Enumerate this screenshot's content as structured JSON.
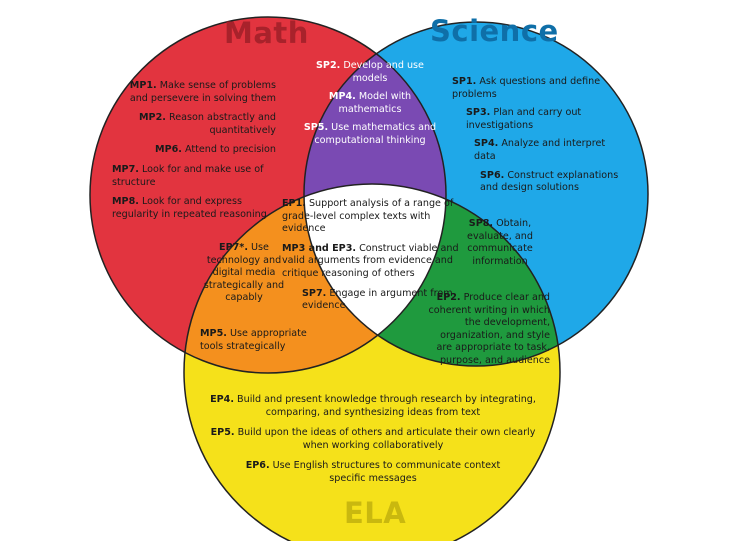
{
  "colors": {
    "math": "#e2343f",
    "science": "#1fa8e8",
    "ela": "#f5e11a",
    "math_science": "#7a4ab3",
    "math_ela": "#f4901e",
    "science_ela": "#1f9a3e",
    "center": "#ffffff",
    "math_title": "#a8222b",
    "science_title": "#0f6fa8",
    "ela_title": "#c9b80f"
  },
  "titles": {
    "math": "Math",
    "science": "Science",
    "ela": "ELA"
  },
  "math_only": [
    {
      "code": "MP1.",
      "text": " Make sense of problems and persevere in solving them"
    },
    {
      "code": "MP2.",
      "text": " Reason abstractly and quantitatively"
    },
    {
      "code": "MP6.",
      "text": " Attend to precision"
    },
    {
      "code": "MP7.",
      "text": " Look for and make use of structure"
    },
    {
      "code": "MP8.",
      "text": " Look for and express regularity in repeated reasoning"
    }
  ],
  "science_only": [
    {
      "code": "SP1.",
      "text": " Ask questions and define problems"
    },
    {
      "code": "SP3.",
      "text": " Plan and carry out investigations"
    },
    {
      "code": "SP4.",
      "text": " Analyze and interpret data"
    },
    {
      "code": "SP6.",
      "text": " Construct explanations and design solutions"
    }
  ],
  "math_science": [
    {
      "code": "SP2.",
      "text": " Develop and use models"
    },
    {
      "code": "MP4.",
      "text": " Model with mathematics"
    },
    {
      "code": "SP5.",
      "text": " Use mathematics and computational thinking"
    }
  ],
  "center": [
    {
      "code": "EP1.",
      "text": " Support analysis of a range of grade-level complex texts with evidence"
    },
    {
      "code": "MP3 and EP3.",
      "text": " Construct viable and valid arguments from evidence and critique reasoning of others"
    },
    {
      "code": "SP7.",
      "text": " Engage in argument from evidence"
    }
  ],
  "math_ela": [
    {
      "code": "EP7*.",
      "text": " Use technology and digital media strategically and capably"
    },
    {
      "code": "MP5.",
      "text": " Use appropriate tools strategically"
    }
  ],
  "science_ela": [
    {
      "code": "SP8.",
      "text": " Obtain, evaluate, and communicate information"
    },
    {
      "code": "EP2.",
      "text": " Produce clear and coherent writing in which the development, organization, and style are appropriate to task, purpose, and audience"
    }
  ],
  "ela_only": [
    {
      "code": "EP4.",
      "text": " Build and present knowledge through research by integrating, comparing, and synthesizing ideas from text"
    },
    {
      "code": "EP5.",
      "text": " Build upon the ideas of others and articulate their own clearly when working collaboratively"
    },
    {
      "code": "EP6.",
      "text": " Use English structures to communicate context specific messages"
    }
  ]
}
